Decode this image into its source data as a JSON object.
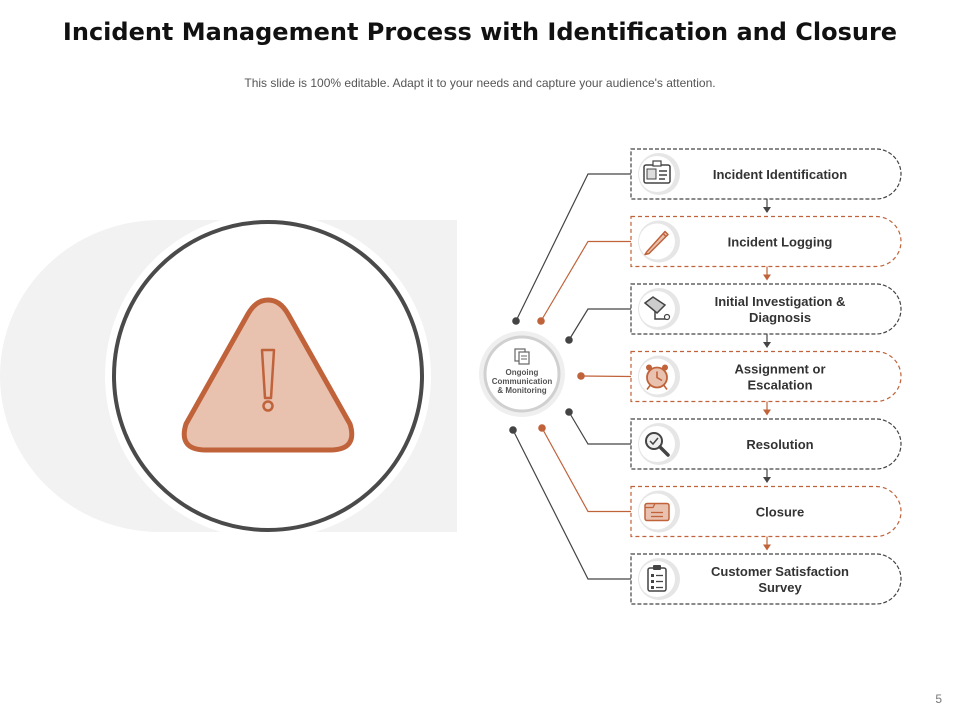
{
  "slide": {
    "title": "Incident Management Process with Identification and Closure",
    "subtitle": "This slide is 100% editable. Adapt it to your needs and capture your audience's attention.",
    "page_number": "5"
  },
  "hub": {
    "lines": [
      "Ongoing",
      "Communication",
      "& Monitoring"
    ],
    "icon": "document-icon"
  },
  "warning": {
    "icon": "warning-triangle-icon"
  },
  "colors": {
    "accent": "#C0623A",
    "accent_light": "#E8BFAD",
    "dark": "#444444",
    "gray": "#BBBBBB"
  },
  "steps": [
    {
      "lines": [
        "Incident Identification"
      ],
      "icon": "id-card-icon",
      "color": "dark"
    },
    {
      "lines": [
        "Incident Logging"
      ],
      "icon": "pencil-icon",
      "color": "accent"
    },
    {
      "lines": [
        "Initial Investigation &",
        "Diagnosis"
      ],
      "icon": "diagnosis-icon",
      "color": "dark"
    },
    {
      "lines": [
        "Assignment  or",
        "Escalation"
      ],
      "icon": "alarm-clock-icon",
      "color": "accent"
    },
    {
      "lines": [
        "Resolution"
      ],
      "icon": "magnifier-icon",
      "color": "dark"
    },
    {
      "lines": [
        "Closure"
      ],
      "icon": "folder-icon",
      "color": "accent"
    },
    {
      "lines": [
        "Customer  Satisfaction",
        "Survey"
      ],
      "icon": "clipboard-icon",
      "color": "dark"
    }
  ]
}
